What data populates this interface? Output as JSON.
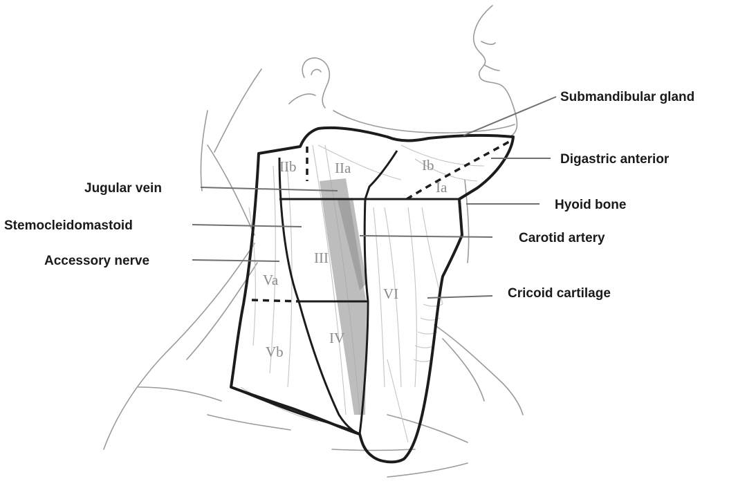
{
  "diagram": {
    "labels": {
      "submandibular_gland": "Submandibular gland",
      "digastric_anterior": "Digastric anterior",
      "jugular_vein": "Jugular vein",
      "hyoid_bone": "Hyoid bone",
      "sternocleidomastoid": "Stemocleidomastoid",
      "carotid_artery": "Carotid artery",
      "accessory_nerve": "Accessory nerve",
      "cricoid_cartilage": "Cricoid cartilage"
    },
    "levels": {
      "iib": "IIb",
      "iia": "IIa",
      "ib": "Ib",
      "ia": "Ia",
      "iii": "III",
      "va": "Va",
      "vi": "VI",
      "vb": "Vb",
      "iv": "IV"
    },
    "colors": {
      "outline": "#1c1c1c",
      "sketch": "#9a9a9a",
      "vessel": "#9c9c9c",
      "label_text": "#1a1a1a",
      "level_text": "#8a8a8a"
    }
  }
}
